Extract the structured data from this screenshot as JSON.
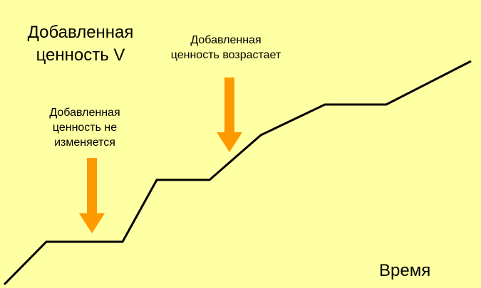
{
  "diagram": {
    "background_color": "#FFFFA3",
    "line_color": "#000000",
    "arrow_color": "#FF9900",
    "y_axis_label": "Добавленная\nценность V",
    "x_axis_label": "Время",
    "annotations": {
      "rising": "Добавленная\nценность возрастает",
      "flat": "Добавленная\nценность не\nизменяется"
    },
    "arrows": [
      {
        "name": "rising-arrow",
        "points_to": "rising"
      },
      {
        "name": "flat-arrow",
        "points_to": "flat"
      }
    ]
  }
}
